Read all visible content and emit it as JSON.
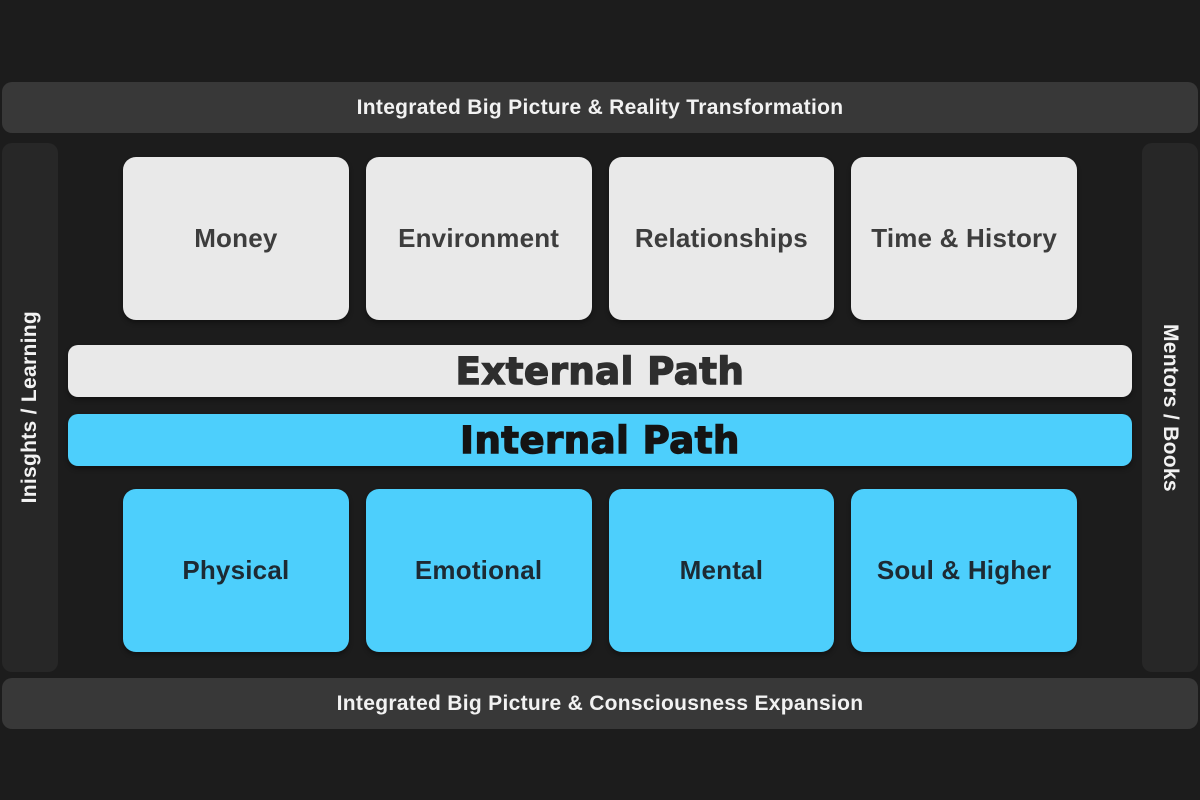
{
  "colors": {
    "background": "#1c1c1c",
    "banner_background": "#383838",
    "banner_text": "#f2f2f2",
    "sidebar_background": "#272727",
    "sidebar_text": "#f2f2f2",
    "gray_box_background": "#e9e9e9",
    "gray_box_text": "#3d3d3d",
    "cyan": "#4dcffc",
    "cyan_box_text": "#1d2a33"
  },
  "top_banner": {
    "label": "Integrated Big Picture & Reality Transformation"
  },
  "bottom_banner": {
    "label": "Integrated Big Picture & Consciousness Expansion"
  },
  "left_sidebar": {
    "label": "Inisghts / Learning"
  },
  "right_sidebar": {
    "label": "Mentors / Books"
  },
  "external_row": {
    "boxes": [
      "Money",
      "Environment",
      "Relationships",
      "Time & History"
    ]
  },
  "external_path": {
    "label": "External Path"
  },
  "internal_path": {
    "label": "Internal Path"
  },
  "internal_row": {
    "boxes": [
      "Physical",
      "Emotional",
      "Mental",
      "Soul & Higher"
    ]
  }
}
